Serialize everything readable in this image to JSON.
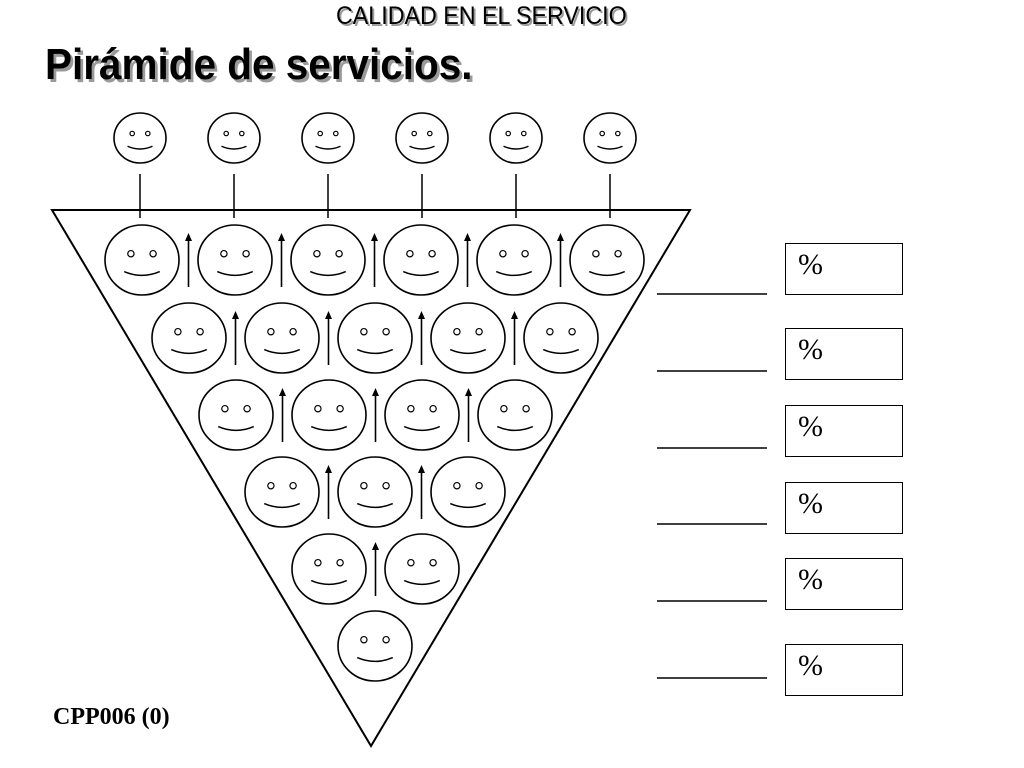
{
  "header": {
    "subtitle": "CALIDAD EN EL SERVICIO",
    "title": "Pirámide de servicios."
  },
  "diagram": {
    "top_faces": 6,
    "pyramid_rows": [
      6,
      5,
      4,
      3,
      2,
      1
    ],
    "percent_rows": [
      {
        "symbol": "%"
      },
      {
        "symbol": "%"
      },
      {
        "symbol": "%"
      },
      {
        "symbol": "%"
      },
      {
        "symbol": "%"
      },
      {
        "symbol": "%"
      }
    ]
  },
  "footer": {
    "code": "CPP006 (0)"
  }
}
